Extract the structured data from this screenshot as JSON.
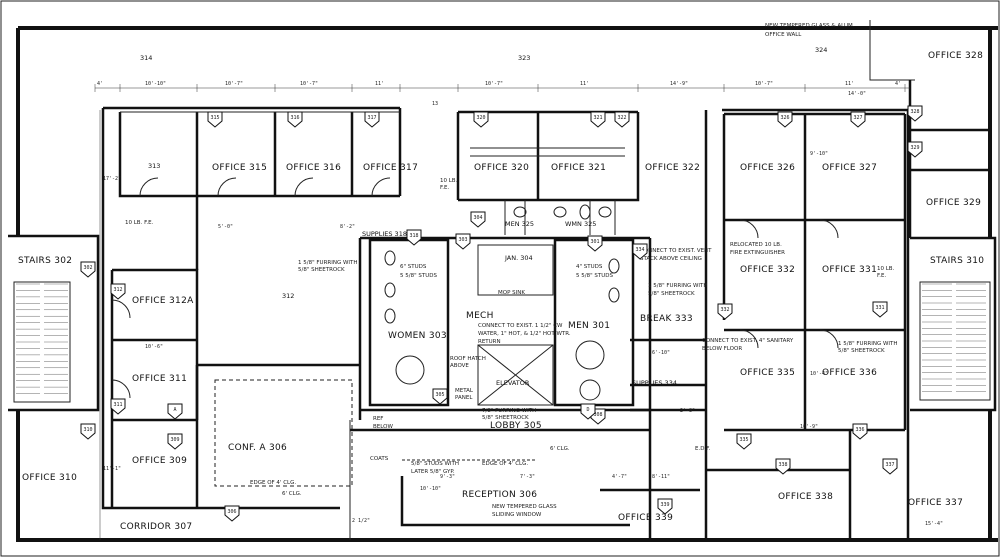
{
  "notes": {
    "top_right": [
      "NEW TEMPERED GLASS & ALUM.",
      "OFFICE WALL"
    ],
    "furring_left": [
      "1 5/8\" FURRING WITH",
      "5/8\" SHEETROCK"
    ],
    "studs_6": [
      "6\" STUDS",
      "5 5/8\" STUDS"
    ],
    "studs_4": [
      "4\" STUDS",
      "5 5/8\" STUDS"
    ],
    "connect_vent": [
      "CONNECT TO EXIST. VENT",
      "STACK ABOVE CEILING"
    ],
    "relocated_fire": [
      "RELOCATED 10 LB.",
      "FIRE EXTINGUISHER"
    ],
    "furring_right": [
      "1 5/8\" FURRING WITH",
      "5/8\" SHEETROCK"
    ],
    "furring_right2": [
      "1 5/8\" FURRING WITH",
      "5/8\" SHEETROCK"
    ],
    "mech_connect": [
      "CONNECT TO EXIST. 1 1/2\" CW",
      "WATER, 1\" HOT, & 1/2\" HOT WTR.",
      "RETURN"
    ],
    "roof_hatch": [
      "ROOF HATCH",
      "ABOVE"
    ],
    "furring_lobby": [
      "7/8\" FURRING WITH",
      "5/8\" SHEETROCK"
    ],
    "connect_sanitary": [
      "CONNECT TO EXIST. 4\" SANITARY",
      "BELOW FLOOR"
    ],
    "studs_later": [
      "5/8\" STUDS WITH",
      "LATER 5/8\" GYP."
    ],
    "edge_clg": "EDGE OF 4' CLG.",
    "edge_clg2": "EDGE OF 4' CLG.",
    "six_clg": "6' CLG.",
    "six_clg2": "6' CLG.",
    "tempered_glass": [
      "NEW TEMPERED GLASS",
      "SLIDING WINDOW"
    ],
    "mop_sink": "MOP SINK",
    "ref_below": [
      "REF",
      "BELOW"
    ],
    "metal_panel": [
      "METAL",
      "PANEL"
    ],
    "fe_left": "10 LB. F.E.",
    "fe_top": [
      "10 LB.",
      "F.E."
    ],
    "fe_right": [
      "10 LB.",
      "F.E."
    ],
    "edf": "E.D.F.",
    "coats": "COATS"
  },
  "rooms": {
    "office_328": "OFFICE 328",
    "office_324": "324",
    "r314": "314",
    "r323": "323",
    "office_315": "OFFICE 315",
    "office_316": "OFFICE 316",
    "office_317": "OFFICE 317",
    "r313": "313",
    "office_320": "OFFICE 320",
    "office_321": "OFFICE 321",
    "office_322": "OFFICE 322",
    "office_326": "OFFICE 326",
    "office_327": "OFFICE 327",
    "office_329": "OFFICE 329",
    "supplies_318": "SUPPLIES 318",
    "men_325": "MEN 325",
    "women_325": "WMN 325",
    "stairs_302": "STAIRS 302",
    "stairs_310": "STAIRS 310",
    "office_312a": "OFFICE 312A",
    "r312": "312",
    "jan_304": "JAN. 304",
    "mech": "MECH",
    "women_303": "WOMEN 303",
    "men_301": "MEN 301",
    "break_333": "BREAK 333",
    "office_332": "OFFICE 332",
    "office_331": "OFFICE 331",
    "office_311": "OFFICE 311",
    "elevator": "ELEVATOR",
    "supplies_334": "SUPPLIES 334",
    "office_335": "OFFICE 335",
    "office_336": "OFFICE 336",
    "office_310": "OFFICE 310",
    "conf_a": "CONF. A 306",
    "lobby": "LOBBY 305",
    "office_309": "OFFICE 309",
    "reception": "RECEPTION 306",
    "office_338": "OFFICE 338",
    "office_337": "OFFICE 337",
    "corridor": "CORRIDOR 307",
    "office_339": "OFFICE 339"
  },
  "dimensions": {
    "d_top": [
      "4'",
      "10'-10\"",
      "10'-7\"",
      "10'-7\"",
      "11'",
      "13",
      "10'-7\"",
      "11'",
      "14'-9\"",
      "10'-7\"",
      "11'",
      "4'"
    ],
    "d_misc": [
      "17'-2\"",
      "5'-0\"",
      "10'-6\"",
      "8'-2\"",
      "11'-1\"",
      "15'-4\"",
      "10'-10\"",
      "2 1/2\"",
      "8'-11\"",
      "4'-7\"",
      "9'-3\"",
      "7'-3\"",
      "10'-9\"",
      "2'-8\"",
      "9'-10\"",
      "10'-4\"",
      "14'-0\"",
      "6'-10\""
    ]
  },
  "tags": {
    "t326": "326",
    "t327": "327",
    "t328": "328",
    "t329": "329",
    "t321": "321",
    "t317": "317",
    "t316": "316",
    "t315": "315",
    "t320": "320",
    "t322": "322",
    "t302": "302",
    "t312": "312",
    "t311": "311",
    "t310": "310",
    "t309": "309",
    "t306": "306",
    "t305": "305",
    "t304": "304",
    "t303": "303",
    "t301": "301",
    "t331": "331",
    "t332": "332",
    "t335": "335",
    "t336": "336",
    "t337": "337",
    "t338": "338",
    "t339": "339",
    "t334": "334",
    "t318": "318",
    "t308": "308",
    "tA": "A",
    "tD": "D"
  }
}
